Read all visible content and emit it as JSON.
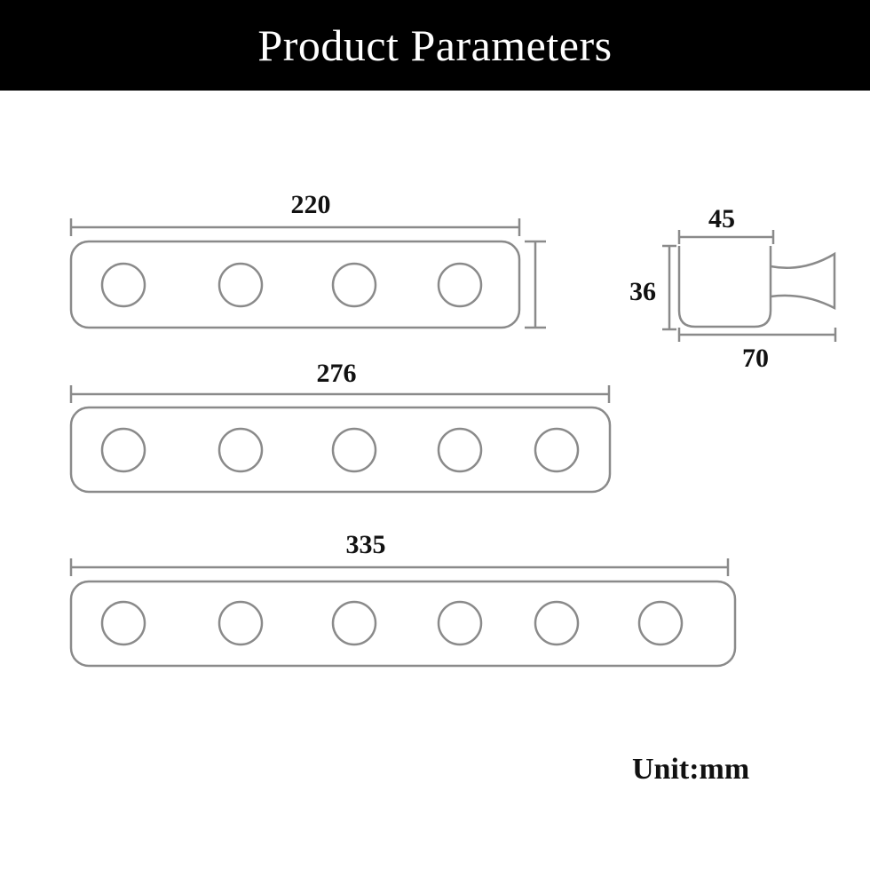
{
  "header": {
    "title": "Product Parameters"
  },
  "dimensions": {
    "rail_4": "220",
    "rail_5": "276",
    "rail_6": "335",
    "side_width": "45",
    "side_height": "36",
    "side_depth": "70"
  },
  "footer": {
    "unit_label": "Unit:mm"
  },
  "colors": {
    "banner": "#000000",
    "outline": "#8a8a8a",
    "text": "#111111"
  }
}
